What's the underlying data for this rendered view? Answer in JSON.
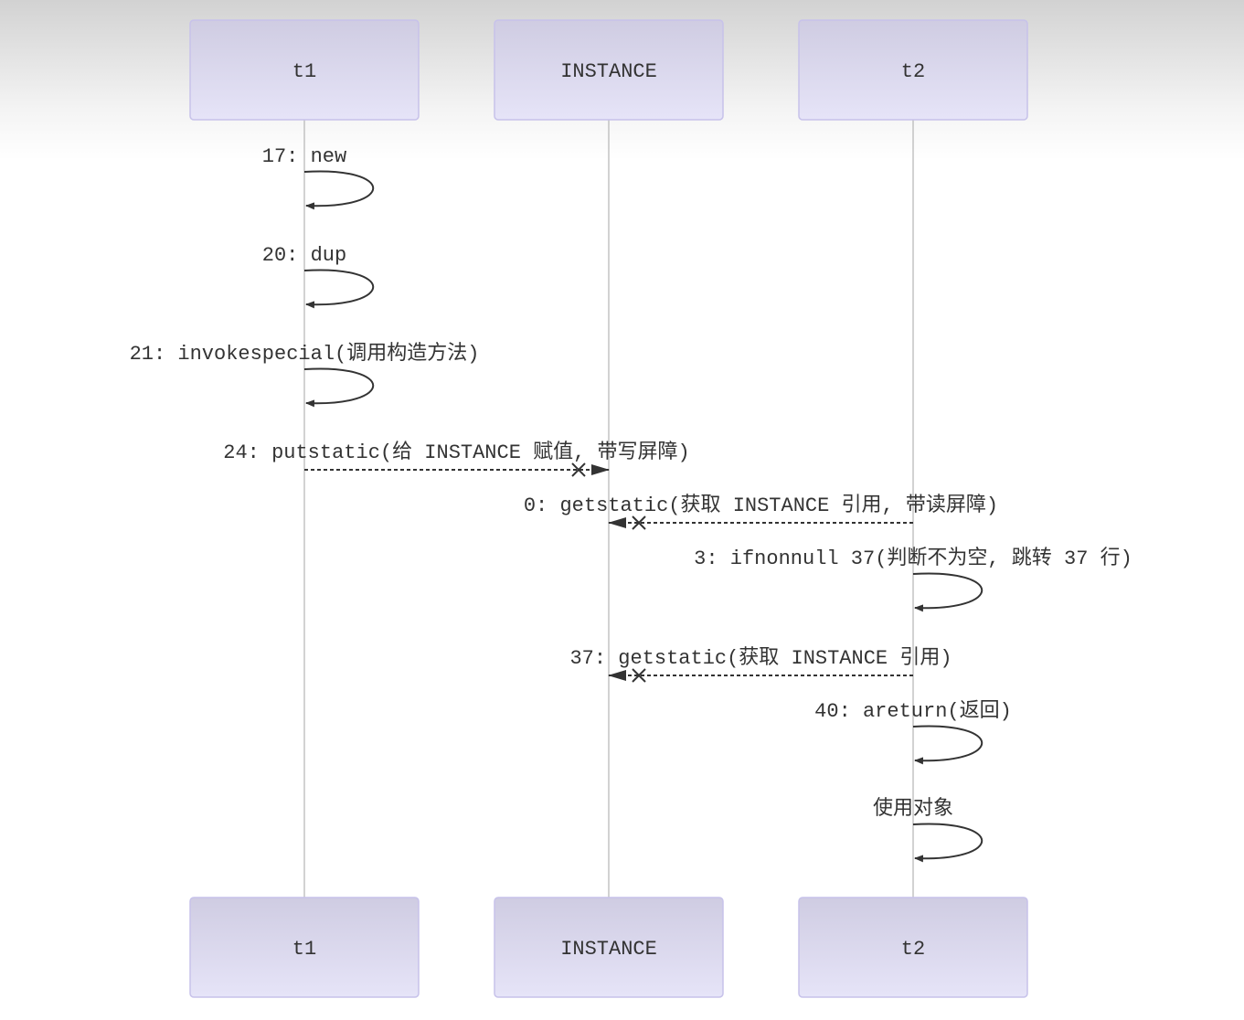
{
  "participants": [
    {
      "id": "t1",
      "label": "t1"
    },
    {
      "id": "INSTANCE",
      "label": "INSTANCE"
    },
    {
      "id": "t2",
      "label": "t2"
    }
  ],
  "messages": [
    {
      "from": "t1",
      "to": "t1",
      "label": "17: new",
      "style": "solid"
    },
    {
      "from": "t1",
      "to": "t1",
      "label": "20: dup",
      "style": "solid"
    },
    {
      "from": "t1",
      "to": "t1",
      "label": "21: invokespecial(调用构造方法)",
      "style": "solid"
    },
    {
      "from": "t1",
      "to": "INSTANCE",
      "label": "24: putstatic(给 INSTANCE 赋值, 带写屏障)",
      "style": "dashed-cross"
    },
    {
      "from": "t2",
      "to": "INSTANCE",
      "label": "0: getstatic(获取 INSTANCE 引用, 带读屏障)",
      "style": "dashed-cross"
    },
    {
      "from": "t2",
      "to": "t2",
      "label": "3: ifnonnull 37(判断不为空, 跳转 37 行)",
      "style": "solid"
    },
    {
      "from": "t2",
      "to": "INSTANCE",
      "label": "37: getstatic(获取 INSTANCE 引用)",
      "style": "dashed-cross"
    },
    {
      "from": "t2",
      "to": "t2",
      "label": "40: areturn(返回)",
      "style": "solid"
    },
    {
      "from": "t2",
      "to": "t2",
      "label": "使用对象",
      "style": "solid"
    }
  ],
  "colors": {
    "actor_fill_top": "#cdcae0",
    "actor_fill_bottom": "#ebe9fa",
    "actor_border": "#c7c2ea",
    "line": "#333333"
  }
}
